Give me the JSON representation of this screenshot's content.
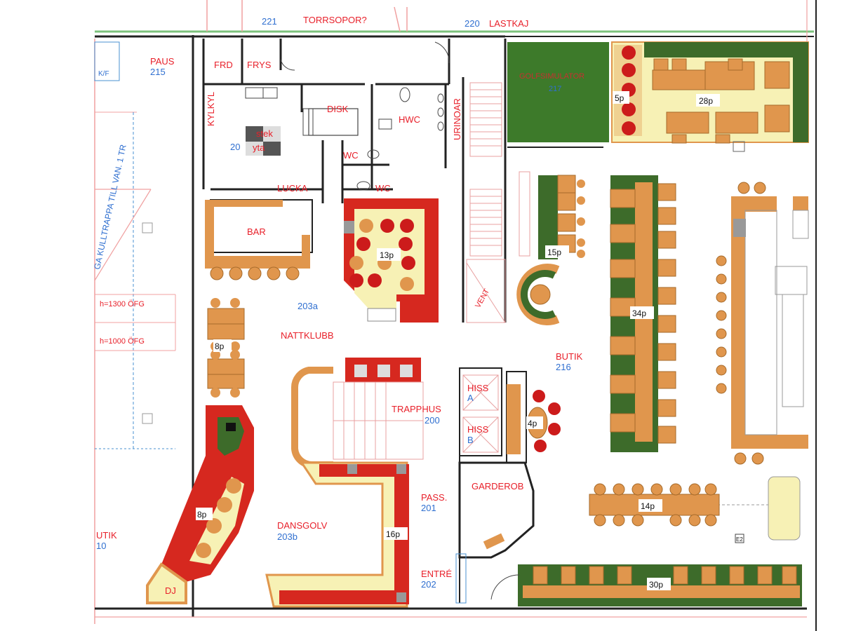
{
  "rooms": {
    "r221": "221",
    "torrsopor": "TORRSOPOR?",
    "r220": "220",
    "lastkaj": "LASTKAJ",
    "paus": "PAUS",
    "r215": "215",
    "kf": "K/F",
    "frd": "FRD",
    "frys": "FRYS",
    "kylkyl": "KYLKYL",
    "disk": "DISK",
    "hwc": "HWC",
    "urinoar": "URINOAR",
    "wc1": "WC",
    "wc2": "WC",
    "stek": "stek",
    "yta": "yta",
    "r20": "20",
    "lucka": "LUCKA",
    "bar": "BAR",
    "golfsim": "GOLFSIMULATOR",
    "r217": "217",
    "vent": "VENT",
    "kulltrappa": "GA KULLTRAPPA TILL VAN. 1 TR",
    "h1300": "h=1300 ÖFG",
    "h1000": "h=1000 ÖFG",
    "r203a": "203a",
    "nattklubb": "NATTKLUBB",
    "butik": "BUTIK",
    "r216": "216",
    "hiss_a": "HISS",
    "hiss_a_l": "A",
    "hiss_b": "HISS",
    "hiss_b_l": "B",
    "trapphus": "TRAPPHUS",
    "r200": "200",
    "garderob": "GARDEROB",
    "pass": "PASS.",
    "r201": "201",
    "dansgolv": "DANSGOLV",
    "r203b": "203b",
    "entre": "ENTRÉ",
    "r202": "202",
    "dj": "DJ",
    "utik": "UTIK",
    "r10": "10",
    "e2": "E2"
  },
  "seating": {
    "p5": "5p",
    "p28": "28p",
    "p13": "13p",
    "p15": "15p",
    "p34": "34p",
    "p8a": "8p",
    "p4": "4p",
    "p8b": "8p",
    "p16": "16p",
    "p14": "14p",
    "p30": "30p"
  },
  "colors": {
    "wall": "#222222",
    "pink_line": "#f0a0a0",
    "green_room": "#3a7a2a",
    "dark_green": "#3d6b2a",
    "yellow_fill": "#f7f1b5",
    "table_orange": "#e0964d",
    "chair_red": "#cc1b1b",
    "bar_red": "#d6281f",
    "label_red": "#e8202a",
    "label_blue": "#2f6fd0"
  }
}
